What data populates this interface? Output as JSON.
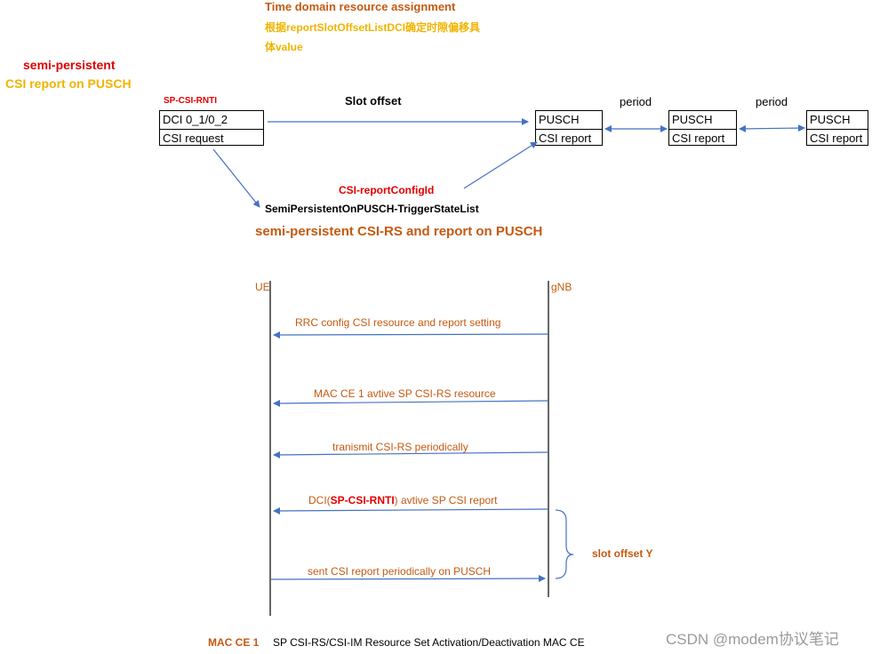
{
  "header": {
    "time_domain_title": "Time domain resource assignment",
    "time_domain_note_line1": "根据reportSlotOffsetListDCI确定时隙偏移具",
    "time_domain_note_line2": "体value",
    "semi_persistent_label": "semi-persistent",
    "csi_report_on_pusch_label": "CSI report on PUSCH"
  },
  "top_diagram": {
    "rnti_label": "SP-CSI-RNTI",
    "dci_box": {
      "row1": "DCI 0_1/0_2",
      "row2": "CSI request"
    },
    "slot_offset_label": "Slot offset",
    "period_labels": [
      "period",
      "period"
    ],
    "pusch_boxes": [
      {
        "row1": "PUSCH",
        "row2": "CSI report"
      },
      {
        "row1": "PUSCH",
        "row2": "CSI report"
      },
      {
        "row1": "PUSCH",
        "row2": "CSI report"
      }
    ],
    "config_id_label": "CSI-reportConfigId",
    "trigger_state_label": "SemiPersistentOnPUSCH-TriggerStateList",
    "section_title": "semi-persistent CSI-RS and report on PUSCH"
  },
  "sequence": {
    "ue_label": "UE",
    "gnb_label": "gNB",
    "messages": [
      {
        "text": "RRC config CSI resource and report setting"
      },
      {
        "text": "MAC CE 1 avtive SP CSI-RS resource"
      },
      {
        "text": "tranismit CSI-RS periodically"
      },
      {
        "prefix": "DCI(",
        "highlight": "SP-CSI-RNTI",
        "suffix": ") avtive SP CSI report"
      },
      {
        "text": "sent CSI report periodically on PUSCH"
      }
    ],
    "slot_offset_y_label": "slot offset Y"
  },
  "footnote": {
    "key": "MAC CE 1",
    "text": "SP CSI-RS/CSI-IM Resource Set Activation/Deactivation MAC CE"
  },
  "watermark": "CSDN @modem协议笔记",
  "colors": {
    "red": "#e00000",
    "gold": "#f0b400",
    "orange": "#c55a11",
    "arrow_blue": "#4472c4"
  }
}
